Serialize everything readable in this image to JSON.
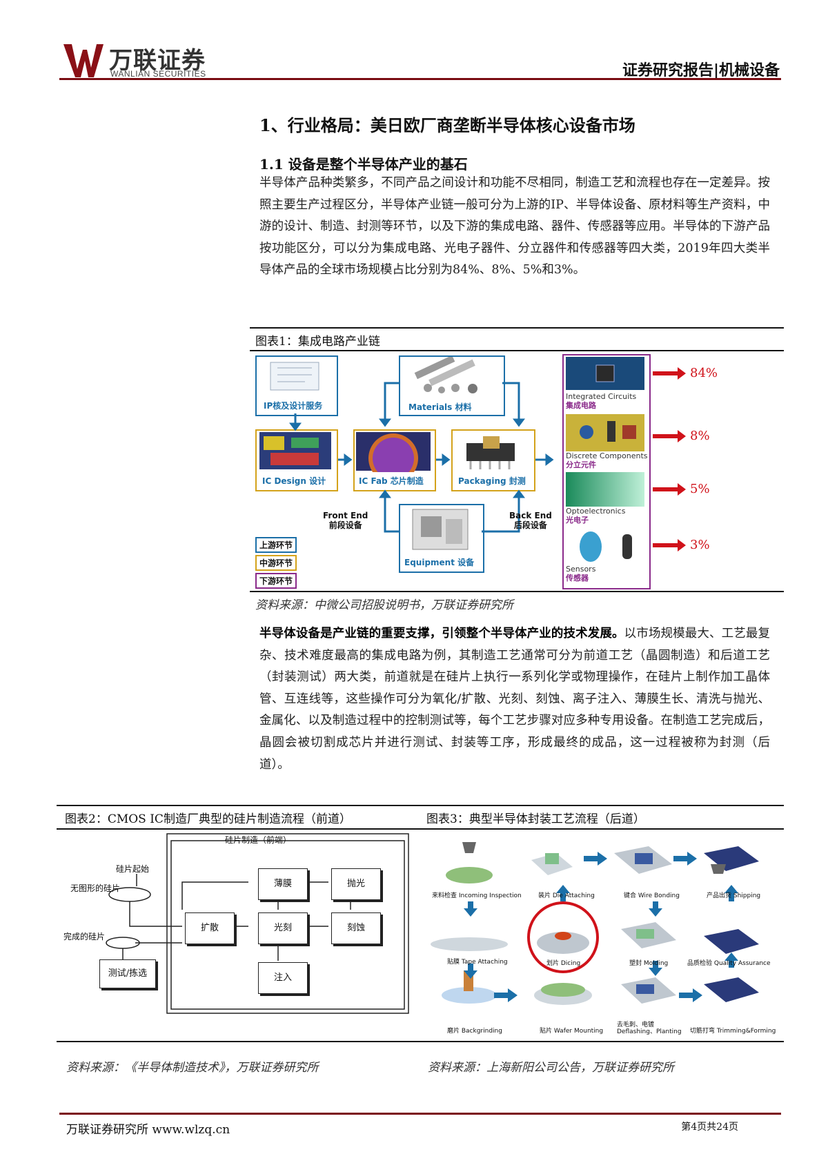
{
  "header": {
    "brand_cn": "万联证券",
    "brand_en": "WANLIAN SECURITIES",
    "report_type": "证券研究报告|机械设备"
  },
  "section": {
    "title": "1、行业格局：美日欧厂商垄断半导体核心设备市场",
    "subtitle": "1.1 设备是整个半导体产业的基石",
    "para1": "半导体产品种类繁多，不同产品之间设计和功能不尽相同，制造工艺和流程也存在一定差异。按照主要生产过程区分，半导体产业链一般可分为上游的IP、半导体设备、原材料等生产资料，中游的设计、制造、封测等环节，以及下游的集成电路、器件、传感器等应用。半导体的下游产品按功能区分，可以分为集成电路、光电子器件、分立器件和传感器等四大类，2019年四大类半导体产品的全球市场规模占比分别为84%、8%、5%和3%。",
    "para2_bold": "半导体设备是产业链的重要支撑，引领整个半导体产业的技术发展。",
    "para2": "以市场规模最大、工艺最复杂、技术难度最高的集成电路为例，其制造工艺通常可分为前道工艺（晶圆制造）和后道工艺（封装测试）两大类，前道就是在硅片上执行一系列化学或物理操作，在硅片上制作加工晶体管、互连线等，这些操作可分为氧化/扩散、光刻、刻蚀、离子注入、薄膜生长、清洗与抛光、金属化、以及制造过程中的控制测试等，每个工艺步骤对应多种专用设备。在制造工艺完成后，晶圆会被切割成芯片并进行测试、封装等工序，形成最终的成品，这一过程被称为封测（后道）。"
  },
  "figure1": {
    "title": "图表1：集成电路产业链",
    "source": "资料来源：中微公司招股说明书，万联证券研究所",
    "ip_label": "IP核及设计服务",
    "materials_label": "Materials 材料",
    "ic_design_label": "IC Design 设计",
    "ic_fab_label": "IC Fab 芯片制造",
    "packaging_label": "Packaging 封测",
    "equipment_label": "Equipment 设备",
    "front_end": "Front End",
    "front_end_cn": "前段设备",
    "back_end": "Back End",
    "back_end_cn": "后段设备",
    "legend": [
      "上游环节",
      "中游环节",
      "下游环节"
    ],
    "categories": [
      {
        "en": "Integrated Circuits",
        "cn": "集成电路",
        "pct": "84%"
      },
      {
        "en": "Discrete Components",
        "cn": "分立元件",
        "pct": "8%"
      },
      {
        "en": "Optoelectronics",
        "cn": "光电子",
        "pct": "5%"
      },
      {
        "en": "Sensors",
        "cn": "传感器",
        "pct": "3%"
      }
    ]
  },
  "figure2": {
    "title": "图表2：CMOS IC制造厂典型的硅片制造流程（前道）",
    "source": "资料来源：《半导体制造技术》，万联证券研究所",
    "frame_label": "硅片制造（前端）",
    "start_label": "硅片起始",
    "unpatterned": "无图形的硅片",
    "finished": "完成的硅片",
    "test": "测试/拣选",
    "film": "薄膜",
    "polish": "抛光",
    "diffusion": "扩散",
    "litho": "光刻",
    "etch": "刻蚀",
    "implant": "注入"
  },
  "figure3": {
    "title": "图表3：典型半导体封装工艺流程（后道）",
    "source": "资料来源：上海新阳公司公告，万联证券研究所",
    "steps": {
      "incoming": "来料检查 Incoming Inspection",
      "die_attach": "装片 Die Attaching",
      "wire_bond": "键合 Wire Bonding",
      "shipping": "产品出货 Shipping",
      "tape": "贴膜 Tape Attaching",
      "dicing": "划片 Dicing",
      "molding": "塑封 Molding",
      "qa": "品质检验 Quality Assurance",
      "backgrind": "磨片 Backgrinding",
      "wafer_mount": "贴片 Wafer Mounting",
      "deflash": "去毛刺、电镀",
      "deflash_en": "Deflashing、Planting",
      "trim": "切筋打弯 Trimming&Forming"
    }
  },
  "footer": {
    "left": "万联证券研究所 www.wlzq.cn",
    "right": "第4页共24页"
  },
  "colors": {
    "brand": "#7a0c12",
    "accent_red": "#d0121a",
    "blue": "#1b6fa8",
    "gold": "#d4a21a",
    "purple": "#8a2a8a"
  }
}
